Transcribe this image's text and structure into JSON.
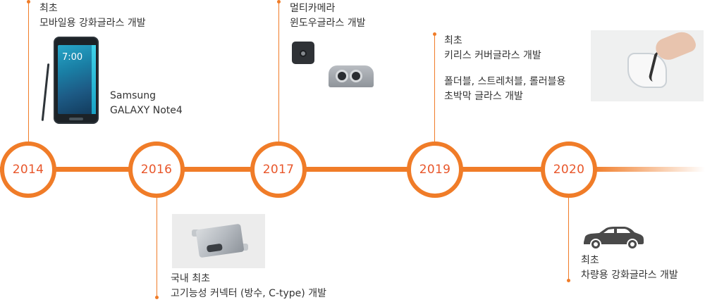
{
  "timeline": [
    {
      "year": "2014",
      "lines": [
        "최초",
        "모바일용 강화글라스 개발"
      ],
      "caption": [
        "Samsung",
        "GALAXY Note4"
      ]
    },
    {
      "year": "2016",
      "lines": [
        "국내 최초",
        "고기능성 커넥터 (방수, C-type) 개발"
      ]
    },
    {
      "year": "2017",
      "lines": [
        "멀티카메라",
        "윈도우글라스 개발"
      ]
    },
    {
      "year": "2019",
      "lines": [
        "최초",
        "키리스 커버글라스 개발"
      ],
      "lines2": [
        "폴더블, 스트레처블, 롤러블용",
        "초박막 글라스 개발"
      ]
    },
    {
      "year": "2020",
      "lines": [
        "최초",
        "차량용 강화글라스 개발"
      ]
    }
  ],
  "phone_clock": "7:00",
  "colors": {
    "accent": "#f07c28",
    "year_text": "#e8562a",
    "body_text": "#333333"
  },
  "icons": [
    "phone-image",
    "camera-window-image",
    "connector-image",
    "cover-glass-image",
    "car-icon"
  ]
}
